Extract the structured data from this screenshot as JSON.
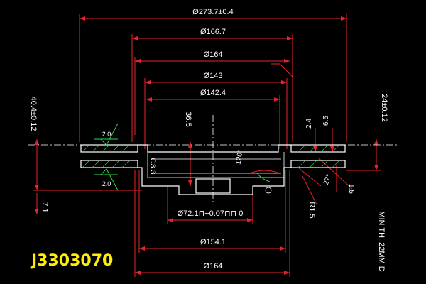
{
  "part_number": "J3303070",
  "dimensions": {
    "d_outer": "Ø273.7±0.4",
    "d_166": "Ø166.7",
    "d_164_top": "Ø164",
    "d_143": "Ø143",
    "d_142": "Ø142.4",
    "d_72": "Ø72.1⊓+0.07⊓⊓ 0",
    "d_154": "Ø154.1",
    "d_164_bottom": "Ø164",
    "h_total": "40.4±0.12",
    "h_36": "36.5",
    "h_7": "7.1",
    "h_24": "24±0.12",
    "h_2_4": "2.4",
    "h_6_5": "6.5",
    "h_1_5": "1.5",
    "chamfer": "C3.3",
    "angle_120": "120°",
    "angle_27": "27°",
    "radius": "R1.5",
    "flat_top": "2.0",
    "flat_bottom": "2.0",
    "min_thickness": "MIN TH. 22MM D"
  },
  "colors": {
    "background": "#000000",
    "outline": "#ffffff",
    "dimension": "#e8232d",
    "section_hatch": "#22dd44",
    "part_number": "#ffee00"
  }
}
